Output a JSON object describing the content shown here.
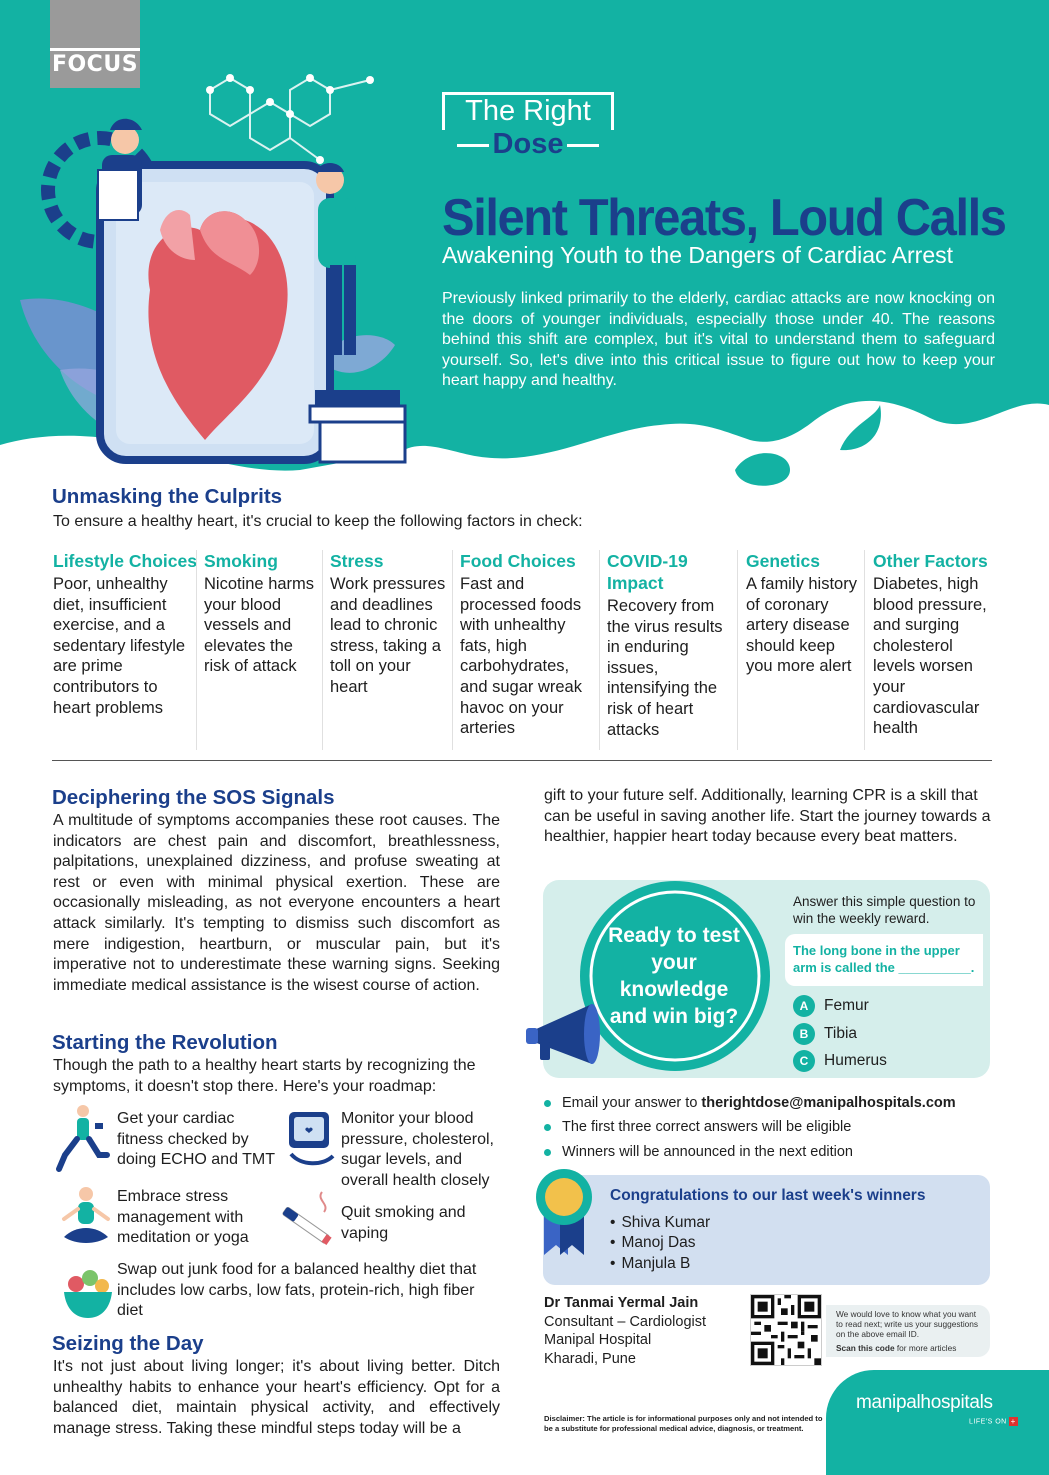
{
  "header": {
    "badge": "FOCUS",
    "brand_line1": "The Right",
    "brand_line2": "Dose",
    "title": "Silent Threats, Loud Calls",
    "subtitle": "Awakening Youth to the Dangers of Cardiac Arrest",
    "intro": "Previously linked primarily to the elderly, cardiac attacks are now knocking on the doors of younger individuals, especially those under 40. The reasons behind this shift are complex, but it's vital to understand them to safeguard yourself. So, let's dive into this critical issue to figure out how to keep your heart happy and healthy."
  },
  "culprits": {
    "title": "Unmasking the Culprits",
    "lead": "To ensure a healthy heart, it's crucial to keep the following factors in check:",
    "factors": [
      {
        "title": "Lifestyle Choices",
        "text": "Poor, unhealthy diet, insufficient exercise, and a sedentary lifestyle are prime contributors to heart problems"
      },
      {
        "title": "Smoking",
        "text": "Nicotine harms your blood vessels and elevates the risk of attack"
      },
      {
        "title": "Stress",
        "text": "Work pressures and deadlines lead to chronic stress, taking a toll on your heart"
      },
      {
        "title": "Food Choices",
        "text": "Fast and processed foods with unhealthy fats, high carbohydrates, and sugar wreak havoc on your arteries"
      },
      {
        "title": "COVID-19 Impact",
        "text": "Recovery from the virus results in enduring issues, intensifying the risk of heart attacks"
      },
      {
        "title": "Genetics",
        "text": "A family history of coronary artery disease should keep you more alert"
      },
      {
        "title": "Other Factors",
        "text": "Diabetes, high blood pressure, and surging cholesterol levels worsen your cardiovascular health"
      }
    ]
  },
  "sos": {
    "title": "Deciphering the SOS Signals",
    "text": "A multitude of symptoms accompanies these root causes. The indicators are chest pain and discomfort, breathlessness, palpitations, unexplained dizziness, and profuse sweating at rest or even with minimal physical exertion. These are occasionally misleading, as not everyone encounters a heart attack similarly. It's tempting to dismiss such discomfort as mere indigestion, heartburn, or muscular pain, but it's imperative not to underestimate these warning signs. Seeking immediate medical assistance is the wisest course of action."
  },
  "revolution": {
    "title": "Starting the Revolution",
    "lead": "Though the path to a healthy heart starts by recognizing the symptoms, it doesn't stop there. Here's your roadmap:",
    "items": [
      {
        "text": "Get your cardiac fitness checked by doing ECHO and TMT",
        "icon": "fitness-lunge-icon"
      },
      {
        "text": "Monitor your blood pressure, cholesterol, sugar levels, and overall health closely",
        "icon": "blood-pressure-monitor-icon"
      },
      {
        "text": "Embrace stress management with meditation or yoga",
        "icon": "meditation-icon"
      },
      {
        "text": "Quit smoking and vaping",
        "icon": "cigarette-icon"
      },
      {
        "text": "Swap out junk food for a balanced healthy diet that includes low carbs, low fats, protein-rich, high fiber diet",
        "icon": "salad-bowl-icon"
      }
    ]
  },
  "seize": {
    "title": "Seizing the Day",
    "text": "It's not just about living longer; it's about living better. Ditch unhealthy habits to enhance your heart's efficiency. Opt for a balanced diet, maintain physical activity, and effectively manage stress. Taking these mindful steps today will be a",
    "continued": "gift to your future self. Additionally, learning CPR is a skill that can be useful in saving another life. Start the journey towards a healthier, happier heart today because every beat matters."
  },
  "quiz": {
    "cta": "Ready to test your knowledge and win big?",
    "intro": "Answer this simple question to win the weekly reward.",
    "question": "The long bone in the upper arm is called the __________.",
    "options": [
      {
        "letter": "A",
        "label": "Femur"
      },
      {
        "letter": "B",
        "label": "Tibia"
      },
      {
        "letter": "C",
        "label": "Humerus"
      }
    ]
  },
  "rules": {
    "email_prefix": "Email your answer to ",
    "email": "therightdose@manipalhospitals.com",
    "rule2": "The first three correct answers will be eligible",
    "rule3": "Winners will be announced in the next edition"
  },
  "winners": {
    "title": "Congratulations to our last week's winners",
    "names": [
      "Shiva Kumar",
      "Manoj Das",
      "Manjula B"
    ]
  },
  "author": {
    "name": "Dr Tanmai Yermal Jain",
    "role": "Consultant – Cardiologist",
    "hospital": "Manipal Hospital",
    "location": "Kharadi, Pune"
  },
  "qr": {
    "note": "We would love to know what you want to read next; write us your suggestions on the above email ID.",
    "scan_bold": "Scan this code",
    "scan_rest": " for more articles"
  },
  "disclaimer": "Disclaimer: The article is for informational purposes only and not intended to be a substitute for professional medical advice, diagnosis, or treatment.",
  "logo": {
    "wordmark": "manipalhospitals",
    "tagline": "LIFE'S ON",
    "plus": "+"
  },
  "colors": {
    "teal": "#13b2a3",
    "navy": "#1b3f8b",
    "quiz_bg": "#d5eeeb",
    "winners_bg": "#d2dff0"
  }
}
